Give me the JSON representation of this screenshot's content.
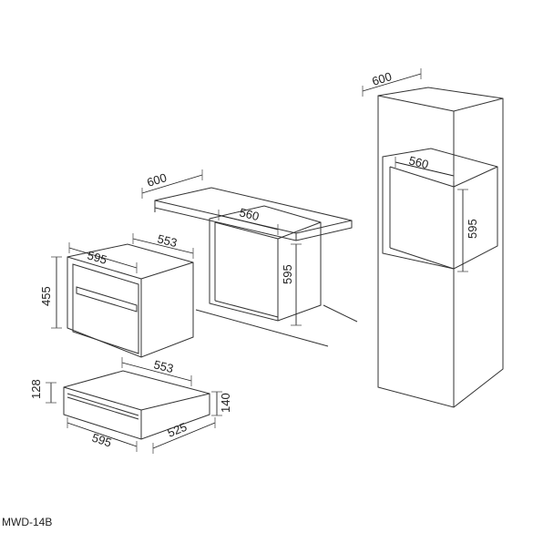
{
  "model": "MWD-14B",
  "tall_cabinet": {
    "width": "600",
    "niche_width": "560",
    "niche_height": "595"
  },
  "under_counter": {
    "width": "600",
    "niche_width": "560",
    "niche_height": "595"
  },
  "appliance": {
    "width": "595",
    "depth": "553",
    "height": "455"
  },
  "drawer": {
    "width": "595",
    "depth_top": "553",
    "depth_bottom": "525",
    "front_height": "128",
    "total_height": "140"
  }
}
